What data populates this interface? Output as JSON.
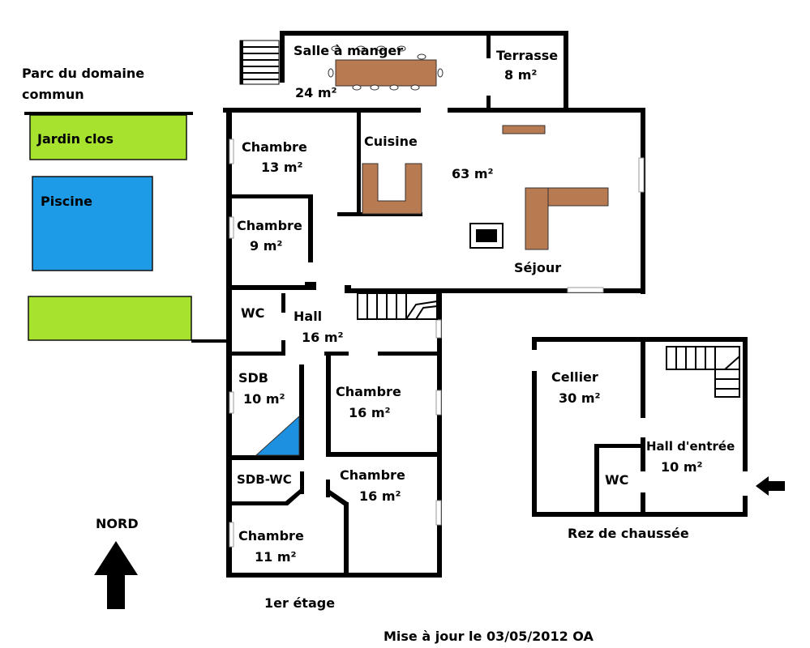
{
  "outside": {
    "park_line1": "Parc du domaine",
    "park_line2": "commun",
    "garden_label": "Jardin clos",
    "pool_label": "Piscine"
  },
  "first_floor": {
    "caption": "1er étage",
    "rooms": {
      "dining": {
        "name": "Salle à manger",
        "area": "24 m²"
      },
      "terrace": {
        "name": "Terrasse",
        "area": "8 m²"
      },
      "bedroom_13": {
        "name": "Chambre",
        "area": "13 m²"
      },
      "kitchen": {
        "name": "Cuisine"
      },
      "living_area": "63 m²",
      "living_name": "Séjour",
      "bedroom_9": {
        "name": "Chambre",
        "area": "9 m²"
      },
      "wc": {
        "name": "WC"
      },
      "hall": {
        "name": "Hall",
        "area": "16 m²"
      },
      "bathroom": {
        "name": "SDB",
        "area": "10 m²"
      },
      "bedroom_16a": {
        "name": "Chambre",
        "area": "16 m²"
      },
      "bathroom_wc": {
        "name": "SDB-WC"
      },
      "bedroom_16b": {
        "name": "Chambre",
        "area": "16 m²"
      },
      "bedroom_11": {
        "name": "Chambre",
        "area": "11 m²"
      }
    }
  },
  "ground_floor": {
    "caption": "Rez de chaussée",
    "rooms": {
      "cellar": {
        "name": "Cellier",
        "area": "30 m²"
      },
      "entry_hall": {
        "name": "Hall d'entrée",
        "area": "10 m²"
      },
      "wc": {
        "name": "WC"
      }
    }
  },
  "compass": {
    "label": "NORD"
  },
  "footer": {
    "updated": "Mise à jour le 03/05/2012 OA"
  },
  "colors": {
    "walls": "#000000",
    "garden": "#a6e22e",
    "pool": "#1e9be6",
    "furniture": "#b87a50",
    "shower": "#1e90e0"
  }
}
